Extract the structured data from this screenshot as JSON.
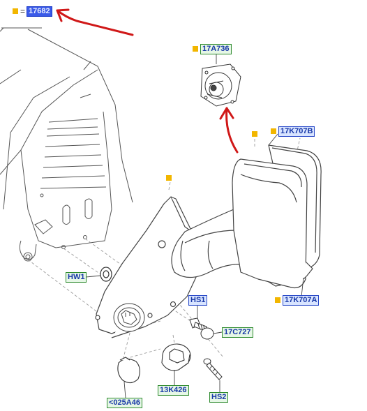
{
  "legend": {
    "equals_sign": "=",
    "marker_ref": "17682",
    "marker_color": "#f2b600"
  },
  "colors": {
    "arrow": "#d01818",
    "line": "#555555",
    "hidden_line": "#9a9a9a"
  },
  "callouts": {
    "p17A736": "17A736",
    "p17K707B": "17K707B",
    "p17K707A": "17K707A",
    "hw1": "HW1",
    "hs1": "HS1",
    "p17C727": "17C727",
    "p13K426": "13K426",
    "p025A46": "<025A46",
    "hs2": "HS2"
  }
}
